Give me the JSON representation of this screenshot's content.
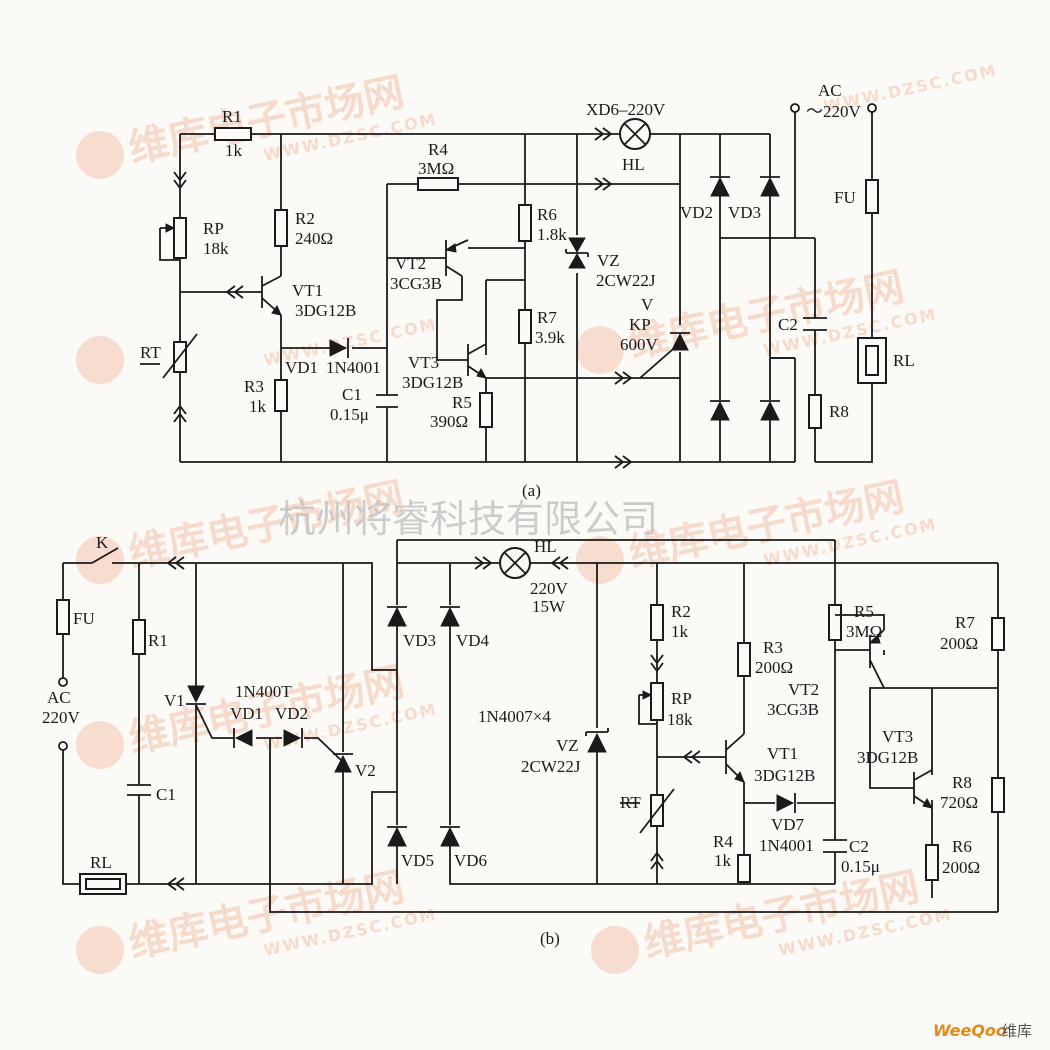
{
  "watermark": {
    "brand": "维库电子市场网",
    "url": "WWW.DZSC.COM",
    "caption": "杭州将睿科技有限公司"
  },
  "footer": {
    "brand": "WeeQoo",
    "suffix": "维库"
  },
  "circuit_a": {
    "caption": "(a)",
    "R1": "R1",
    "R1_val": "1k",
    "RP": "RP",
    "RP_val": "18k",
    "RT": "RT",
    "R2": "R2",
    "R2_val": "240Ω",
    "VT1": "VT1",
    "VT1_type": "3DG12B",
    "VD1": "VD1",
    "VD1_type": "1N4001",
    "R3": "R3",
    "R3_val": "1k",
    "C1": "C1",
    "C1_val": "0.15μ",
    "R4": "R4",
    "R4_val": "3MΩ",
    "VT2": "VT2",
    "VT2_type": "3CG3B",
    "VT3": "VT3",
    "VT3_type": "3DG12B",
    "R5": "R5",
    "R5_val": "390Ω",
    "R6": "R6",
    "R6_val": "1.8k",
    "R7": "R7",
    "R7_val": "3.9k",
    "VZ": "VZ",
    "VZ_type": "2CW22J",
    "V": "V",
    "KP": "KP",
    "KP_val": "600V",
    "HL_type": "XD6–220V",
    "HL": "HL",
    "VD2": "VD2",
    "VD3": "VD3",
    "C2": "C2",
    "R8": "R8",
    "AC": "AC",
    "AC_val": "～220V",
    "FU": "FU",
    "RL": "RL"
  },
  "circuit_b": {
    "caption": "(b)",
    "K": "K",
    "FU": "FU",
    "AC": "AC",
    "AC_val": "220V",
    "R1": "R1",
    "C1": "C1",
    "RL": "RL",
    "V1": "V1",
    "V2": "V2",
    "diode_type": "1N400T",
    "VD1": "VD1",
    "VD2": "VD2",
    "VD3": "VD3",
    "VD4": "VD4",
    "VD5": "VD5",
    "VD6": "VD6",
    "bridge_type": "1N4007×4",
    "HL": "HL",
    "HL_val1": "220V",
    "HL_val2": "15W",
    "VZ": "VZ",
    "VZ_type": "2CW22J",
    "R2": "R2",
    "R2_val": "1k",
    "RP": "RP",
    "RP_val": "18k",
    "RT": "RT",
    "R3": "R3",
    "R3_val": "200Ω",
    "R4": "R4",
    "R4_val": "1k",
    "VT1": "VT1",
    "VT1_type": "3DG12B",
    "VT2": "VT2",
    "VT2_type": "3CG3B",
    "VD7": "VD7",
    "VD7_type": "1N4001",
    "C2": "C2",
    "C2_val": "0.15μ",
    "R5": "R5",
    "R5_val": "3MΩ",
    "R6": "R6",
    "R6_val": "200Ω",
    "R7": "R7",
    "R7_val": "200Ω",
    "R8": "R8",
    "R8_val": "720Ω",
    "VT3": "VT3",
    "VT3_type": "3DG12B"
  }
}
